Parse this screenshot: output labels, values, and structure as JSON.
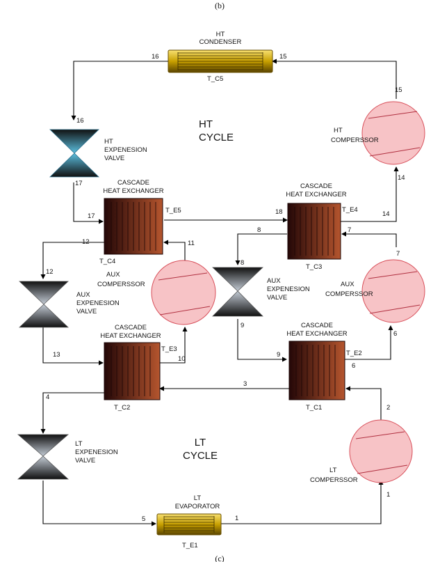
{
  "captions": {
    "top": "(b)",
    "bottom": "(c)"
  },
  "cycles": {
    "ht": [
      "HT",
      "CYCLE"
    ],
    "lt": [
      "LT",
      "CYCLE"
    ]
  },
  "components": {
    "ht_condenser": {
      "label": [
        "HT",
        "CONDENSER"
      ],
      "temp": "T_C5"
    },
    "lt_evaporator": {
      "label": [
        "LT",
        "EVAPORATOR"
      ],
      "temp": "T_E1"
    },
    "ht_valve": {
      "label": [
        "HT",
        "EXPENESION",
        "VALVE"
      ]
    },
    "aux_valve_left": {
      "label": [
        "AUX",
        "EXPENESION",
        "VALVE"
      ]
    },
    "aux_valve_mid": {
      "label": [
        "AUX",
        "EXPENESION",
        "VALVE"
      ]
    },
    "lt_valve": {
      "label": [
        "LT",
        "EXPENESION",
        "VALVE"
      ]
    },
    "ht_compressor": {
      "label": [
        "HT",
        "COMPERSSOR"
      ]
    },
    "aux_compressor_left": {
      "label": [
        "AUX",
        "COMPERSSOR"
      ]
    },
    "aux_compressor_right": {
      "label": [
        "AUX",
        "COMPERSSOR"
      ]
    },
    "lt_compressor": {
      "label": [
        "LT",
        "COMPERSSOR"
      ]
    },
    "hx_top_left": {
      "label": [
        "CASCADE",
        "HEAT EXCHANGER"
      ],
      "t_e": "T_E5",
      "t_c": "T_C4"
    },
    "hx_top_right": {
      "label": [
        "CASCADE",
        "HEAT EXCHANGER"
      ],
      "t_e": "T_E4",
      "t_c": "T_C3"
    },
    "hx_bottom_left": {
      "label": [
        "CASCADE",
        "HEAT EXCHANGER"
      ],
      "t_e": "T_E3",
      "t_c": "T_C2"
    },
    "hx_bottom_right": {
      "label": [
        "CASCADE",
        "HEAT EXCHANGER"
      ],
      "t_e": "T_E2",
      "t_c": "T_C1"
    }
  },
  "state_points": {
    "p1": [
      "1",
      "1"
    ],
    "p2": [
      "2"
    ],
    "p3": [
      "3"
    ],
    "p4": [
      "4"
    ],
    "p5": [
      "5"
    ],
    "p6": [
      "6",
      "6"
    ],
    "p7": [
      "7",
      "7"
    ],
    "p8": [
      "8",
      "8"
    ],
    "p9": [
      "9",
      "9"
    ],
    "p10": [
      "10"
    ],
    "p11": [
      "11"
    ],
    "p12": [
      "12",
      "12"
    ],
    "p13": [
      "13"
    ],
    "p14": [
      "14",
      "14"
    ],
    "p15": [
      "15",
      "15"
    ],
    "p16": [
      "16",
      "16"
    ],
    "p17": [
      "17",
      "17"
    ],
    "p18": [
      "18"
    ]
  },
  "colors": {
    "condenser_gold": "#c8a000",
    "hx_dark": "#2a0a0a",
    "hx_light": "#b5552e",
    "compressor_fill": "#f7c3c6",
    "compressor_stroke": "#d84f5a",
    "valve_dark": "#111111",
    "valve_ht_light": "#5bbfe0",
    "valve_grey_light": "#c4ccd6"
  }
}
